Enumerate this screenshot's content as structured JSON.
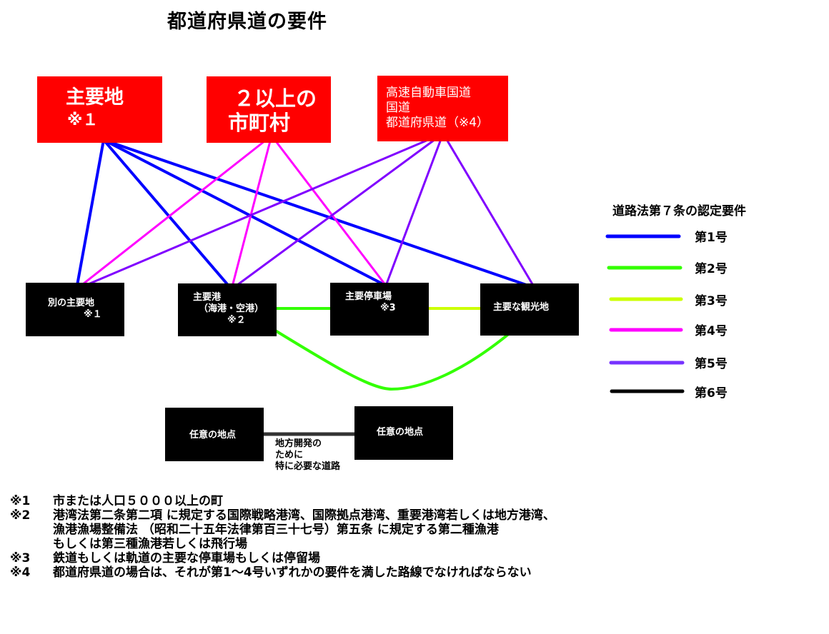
{
  "title": "都道府県道の要件",
  "sources": {
    "main_place": {
      "line1": "主要地",
      "line2": "※１"
    },
    "multi_muni": {
      "line1": "２以上の",
      "line2": "市町村"
    },
    "roads": {
      "line1": "高速自動車国道",
      "line2": "国道",
      "line3": "都道府県道（※4）"
    }
  },
  "nodes": {
    "other_main": {
      "line1": "別の主要地",
      "line2": "※１"
    },
    "port": {
      "line1": "主要港",
      "line2": "（海港・空港）",
      "line3": "※２"
    },
    "station": {
      "line1": "主要停車場",
      "line2": "※3"
    },
    "tourist": {
      "line1": "主要な観光地"
    },
    "any1": {
      "line1": "任意の地点"
    },
    "any2": {
      "line1": "任意の地点"
    }
  },
  "dev_road_label": {
    "line1": "地方開発の",
    "line2": "ために",
    "line3": "特に必要な道路"
  },
  "legend": {
    "title": "道路法第７条の認定要件",
    "items": [
      {
        "label": "第1号",
        "color": "#0000ff"
      },
      {
        "label": "第2号",
        "color": "#22ff00"
      },
      {
        "label": "第3号",
        "color": "#ccff00"
      },
      {
        "label": "第4号",
        "color": "#ff00ff"
      },
      {
        "label": "第5号",
        "color": "#7a00ff"
      },
      {
        "label": "第6号",
        "color": "#000000"
      }
    ]
  },
  "notes": [
    {
      "mark": "※1",
      "lines": [
        "市または人口５０００以上の町"
      ]
    },
    {
      "mark": "※2",
      "lines": [
        "港湾法第二条第二項 に規定する国際戦略港湾、国際拠点港湾、重要港湾若しくは地方港湾、",
        "漁港漁場整備法 （昭和二十五年法律第百三十七号）第五条 に規定する第二種漁港",
        "もしくは第三種漁港若しくは飛行場"
      ]
    },
    {
      "mark": "※3",
      "lines": [
        "鉄道もしくは軌道の主要な停車場もしくは停留場"
      ]
    },
    {
      "mark": "※4",
      "lines": [
        "都道府県道の場合は、それが第1～4号いずれかの要件を満した路線でなければならない"
      ]
    }
  ]
}
